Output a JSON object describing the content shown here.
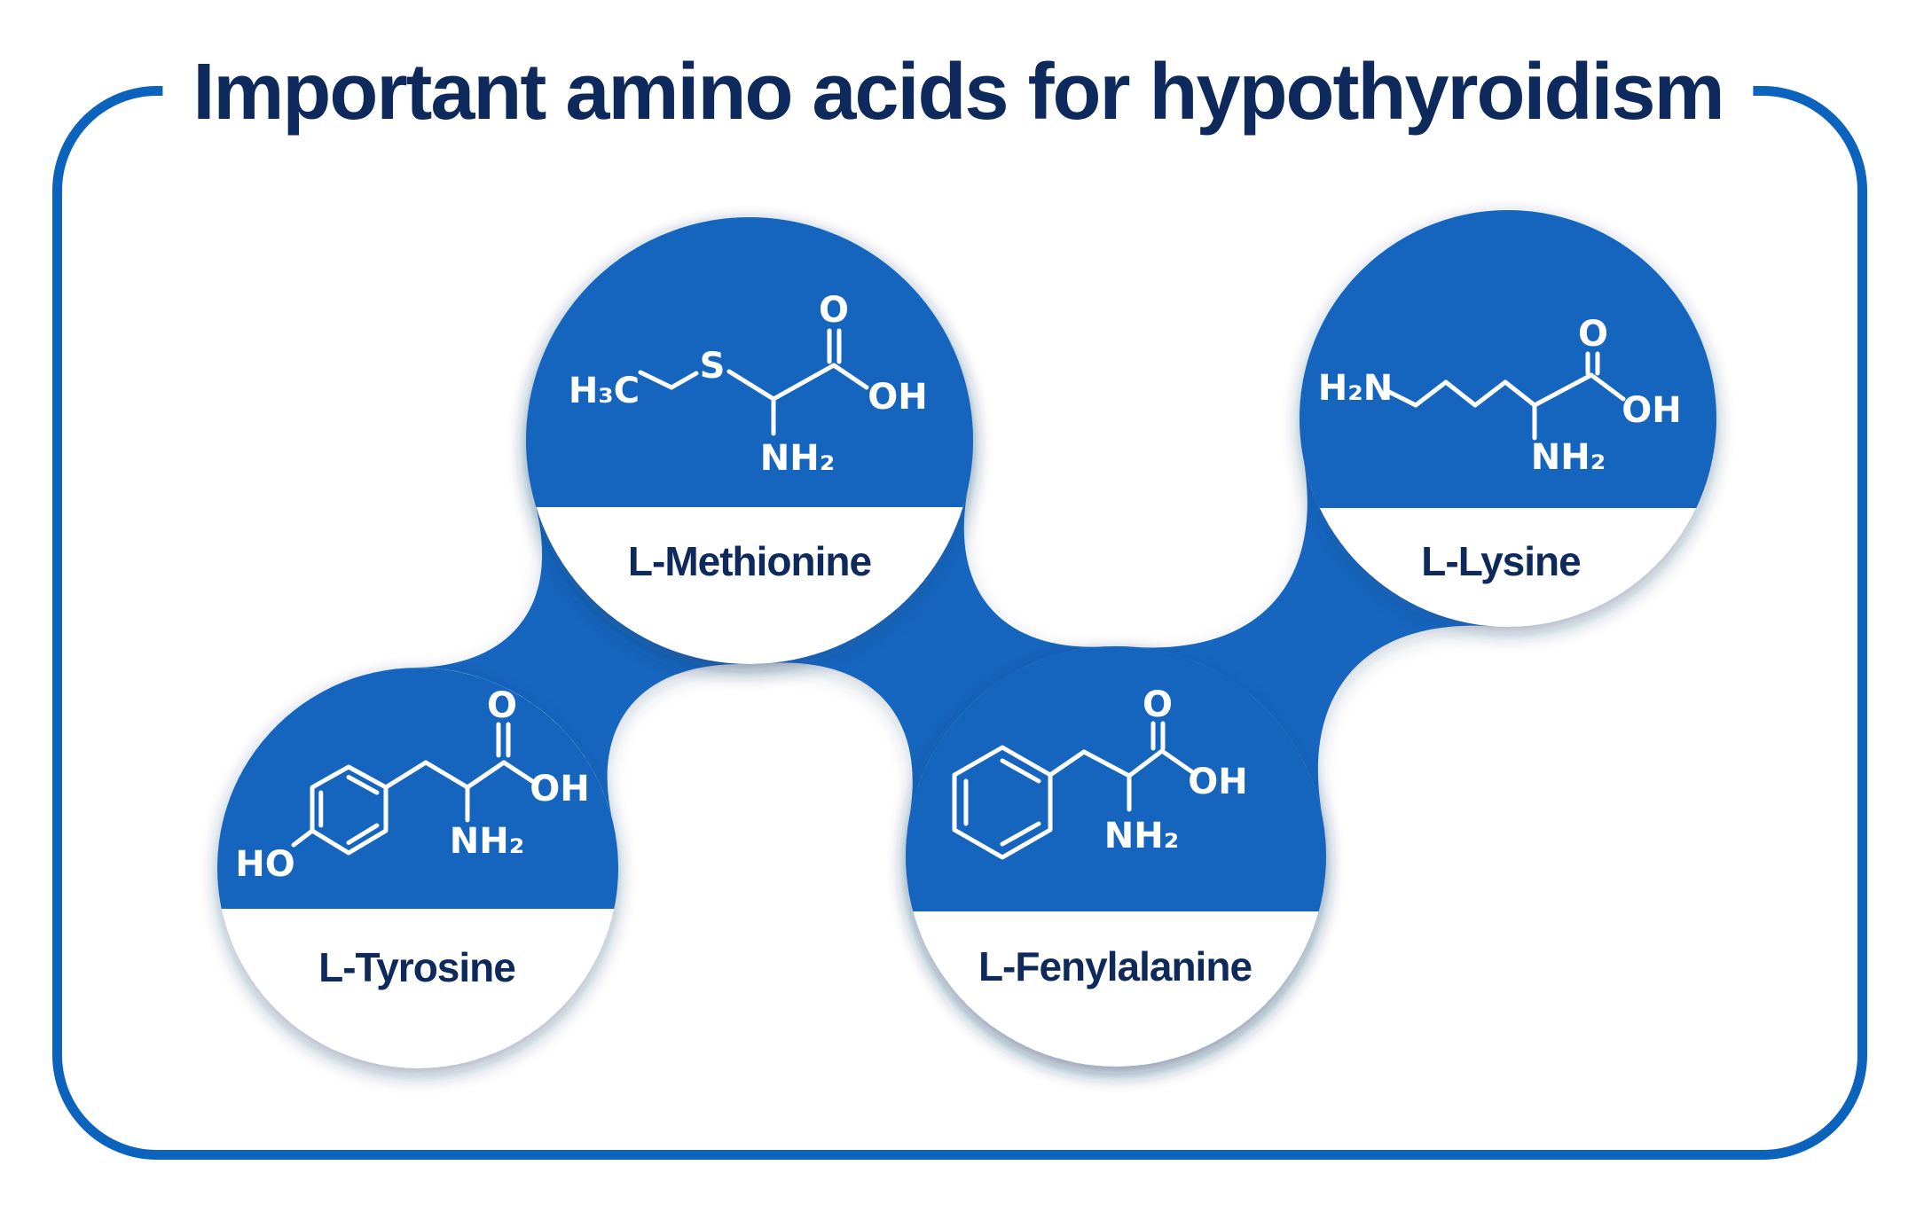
{
  "title": "Important amino acids for hypothyroidism",
  "amino_acids": [
    {
      "name": "L-Methionine",
      "atoms": [
        "H₃C",
        "S",
        "O",
        "OH",
        "NH₂"
      ]
    },
    {
      "name": "L-Lysine",
      "atoms": [
        "H₂N",
        "O",
        "OH",
        "NH₂"
      ]
    },
    {
      "name": "L-Tyrosine",
      "atoms": [
        "HO",
        "O",
        "OH",
        "NH₂"
      ]
    },
    {
      "name": "L-Fenylalanine",
      "atoms": [
        "O",
        "OH",
        "NH₂"
      ]
    }
  ],
  "colors": {
    "circle_blue": "#1565BE",
    "frame_blue": "#0C63BE",
    "text_navy": "#0E2A5C",
    "structure_white": "#FFFFFF"
  }
}
